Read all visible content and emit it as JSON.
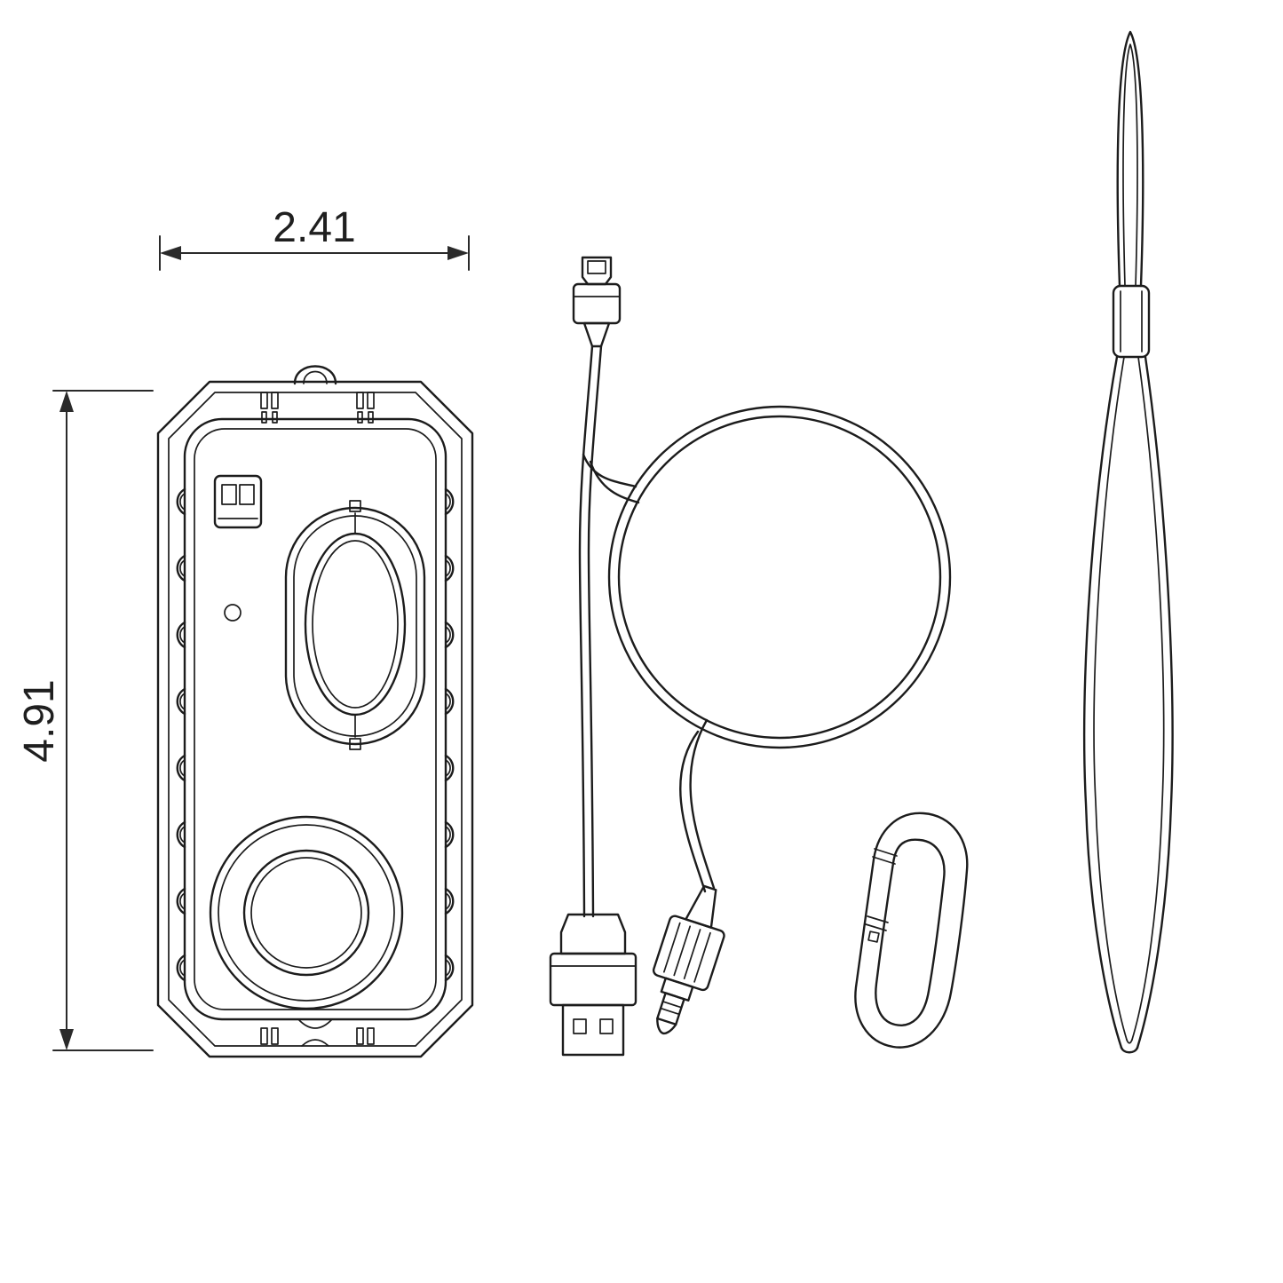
{
  "diagram": {
    "type": "technical-line-drawing",
    "colors": {
      "line": "#1c1c1c",
      "dimension": "#2a2a2a",
      "background": "#ffffff"
    },
    "dimensions": {
      "width": {
        "value": "2.41"
      },
      "height": {
        "value": "4.91"
      }
    },
    "parts": [
      "waterproof-speaker-case-front-view",
      "micro-usb-to-usb-a-cable",
      "aux-audio-plug",
      "carabiner-clip",
      "lanyard-wrist-strap"
    ]
  }
}
